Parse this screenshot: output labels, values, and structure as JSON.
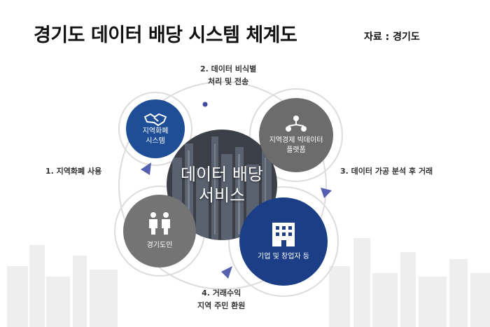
{
  "header": {
    "title": "경기도 데이터 배당 시스템 체계도",
    "source": "자료 : 경기도"
  },
  "center": {
    "label": "데이터 배당\n서비스"
  },
  "nodes": {
    "local_currency": {
      "label": "지역화폐\n시스템",
      "icon": "handshake-icon"
    },
    "platform": {
      "label": "지역경제 빅데이터\n플랫폼",
      "icon": "network-icon"
    },
    "residents": {
      "label": "경기도민",
      "icon": "people-icon"
    },
    "companies": {
      "label": "기업 및 창업자 등",
      "icon": "building-icon"
    }
  },
  "steps": [
    {
      "label": "1. 지역화폐 사용"
    },
    {
      "label": "2. 데이터 비식별\n처리 및 전송"
    },
    {
      "label": "3. 데이터 가공 분석 후 거래"
    },
    {
      "label": "4. 거래수익\n지역 주민 환원"
    }
  ],
  "colors": {
    "blue_node": "#1e4f96",
    "dark_blue_node": "#1b3e86",
    "gray_node": "#6c6c6c",
    "ring": "#dcdcdc",
    "arrow": "#5560b0"
  }
}
